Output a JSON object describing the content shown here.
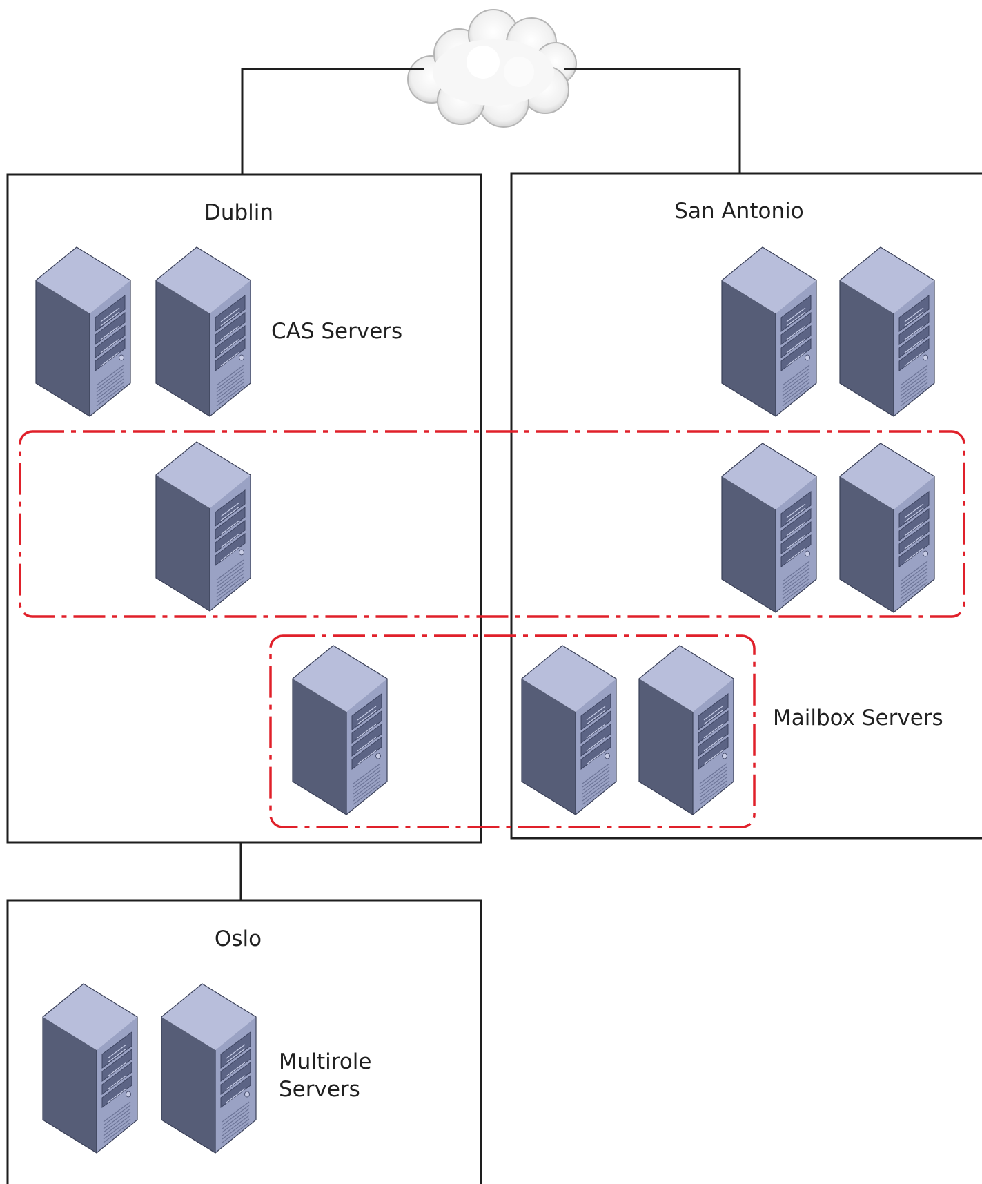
{
  "sites": {
    "dublin": {
      "name": "Dublin"
    },
    "san_antonio": {
      "name": "San Antonio"
    },
    "oslo": {
      "name": "Oslo"
    }
  },
  "roles": {
    "cas": "CAS Servers",
    "mailbox": "Mailbox Servers",
    "multirole_line1": "Multirole",
    "multirole_line2": "Servers"
  },
  "colors": {
    "site_border": "#1e1e1e",
    "dag_boundary": "#e0202a",
    "server_front": "#565d77",
    "server_side": "#9aa2c4",
    "cloud": "#f2f2f2"
  },
  "icons": {
    "wan": "cloud-icon",
    "server": "server-tower-icon"
  },
  "server_counts": {
    "dublin_cas": 2,
    "san_antonio_cas": 2,
    "dublin_dag1": 1,
    "san_antonio_dag1": 2,
    "dublin_dag2": 1,
    "san_antonio_dag2": 2,
    "oslo_multirole": 2
  }
}
